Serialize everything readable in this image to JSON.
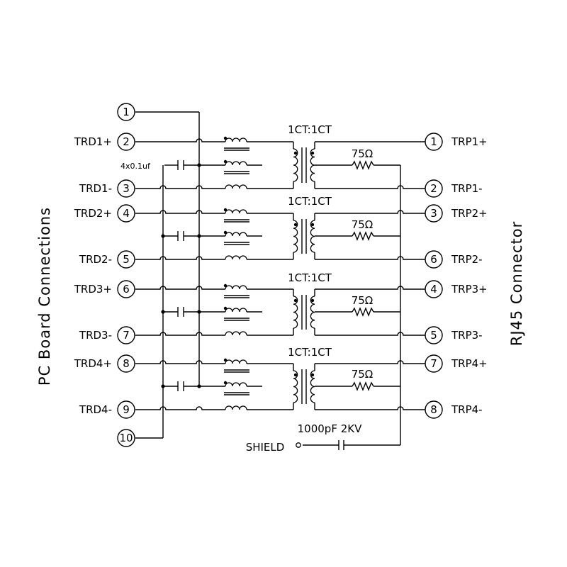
{
  "left_heading": "PC Board Connections",
  "right_heading": "RJ45 Connector",
  "cap_note": "4x0.1uf",
  "ratio_label": "1CT:1CT",
  "resistor_label": "75Ω",
  "shield_cap": "1000pF 2KV",
  "shield_label": "SHIELD",
  "left_pins": [
    {
      "num": "1",
      "label": ""
    },
    {
      "num": "2",
      "label": "TRD1+"
    },
    {
      "num": "3",
      "label": "TRD1-"
    },
    {
      "num": "4",
      "label": "TRD2+"
    },
    {
      "num": "5",
      "label": "TRD2-"
    },
    {
      "num": "6",
      "label": "TRD3+"
    },
    {
      "num": "7",
      "label": "TRD3-"
    },
    {
      "num": "8",
      "label": "TRD4+"
    },
    {
      "num": "9",
      "label": "TRD4-"
    },
    {
      "num": "10",
      "label": ""
    }
  ],
  "right_pins": [
    {
      "num": "1",
      "label": "TRP1+"
    },
    {
      "num": "2",
      "label": "TRP1-"
    },
    {
      "num": "3",
      "label": "TRP2+"
    },
    {
      "num": "6",
      "label": "TRP2-"
    },
    {
      "num": "4",
      "label": "TRP3+"
    },
    {
      "num": "5",
      "label": "TRP3-"
    },
    {
      "num": "7",
      "label": "TRP4+"
    },
    {
      "num": "8",
      "label": "TRP4-"
    }
  ]
}
